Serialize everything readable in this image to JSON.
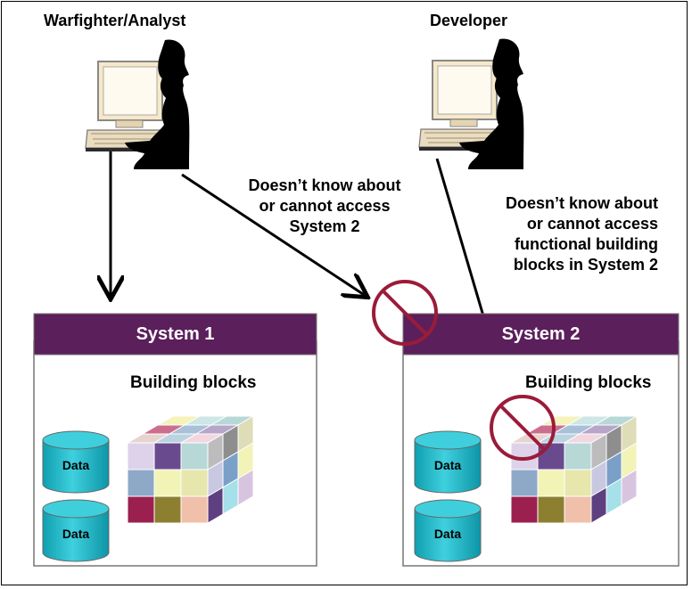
{
  "actors": {
    "left": "Warfighter/Analyst",
    "right": "Developer"
  },
  "notes": {
    "left": "Doesn’t know about\nor cannot access\nSystem 2",
    "right": "Doesn’t know about\nor cannot access\nfunctional building\nblocks in System 2"
  },
  "systems": [
    {
      "title": "System 1",
      "blocks_label": "Building blocks",
      "data_labels": [
        "Data",
        "Data"
      ]
    },
    {
      "title": "System 2",
      "blocks_label": "Building blocks",
      "data_labels": [
        "Data",
        "Data"
      ]
    }
  ],
  "colors": {
    "header": "#5b1f5b",
    "prohibited": "#9b1b3a",
    "cylinder": "#17b8c8",
    "cube_top": [
      "#f5f3b8",
      "#cde6e6",
      "#b8d8d8",
      "#cc6f8f",
      "#a8c0d8",
      "#b7a6c9",
      "#e8d4cf",
      "#b9d3e0",
      "#f2d6e0"
    ],
    "cube_front": [
      "#ddd2ea",
      "#6a4a8f",
      "#b8d8d8",
      "#8ea8c8",
      "#f2f3b6",
      "#e7e6ad",
      "#9b2050",
      "#8c8030",
      "#f0c0aa"
    ],
    "cube_side": [
      "#bcbcbc",
      "#8e8e8e",
      "#deddb8",
      "#c8c8e0",
      "#7aa0c8",
      "#f2f3b6",
      "#5e3f80",
      "#a6e0e8",
      "#d9c4e0"
    ]
  }
}
